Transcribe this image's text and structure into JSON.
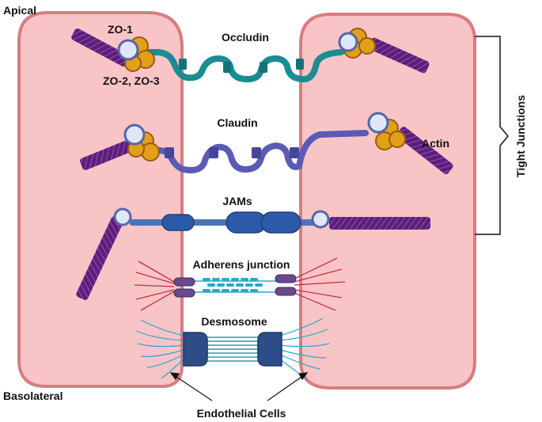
{
  "labels": {
    "apical": "Apical",
    "basolateral": "Basolateral",
    "zo1": "ZO-1",
    "zo23": "ZO-2, ZO-3",
    "occludin": "Occludin",
    "claudin": "Claudin",
    "jams": "JAMs",
    "actin": "Actin",
    "adherens": "Adherens junction",
    "desmosome": "Desmosome",
    "endothelial": "Endothelial Cells",
    "tight_junctions": "Tight Junctions"
  },
  "colors": {
    "cell_fill": "#f9c4c6",
    "cell_stroke": "#d97c80",
    "occludin": "#1a8c92",
    "claudin": "#5a5cb4",
    "jams": "#2d5aa8",
    "zo1_ring": "#5566aa",
    "zo1_fill": "#dfe6f7",
    "zo23": "#e1a017",
    "actin": "#6a2a8a",
    "adherens_blue": "#2aa8c8",
    "adherens_red": "#c0324a",
    "desmosome": "#2d4d88"
  },
  "icons": [
    "zo1-protein-icon",
    "zo2-zo3-protein-icon",
    "actin-filament-icon"
  ]
}
